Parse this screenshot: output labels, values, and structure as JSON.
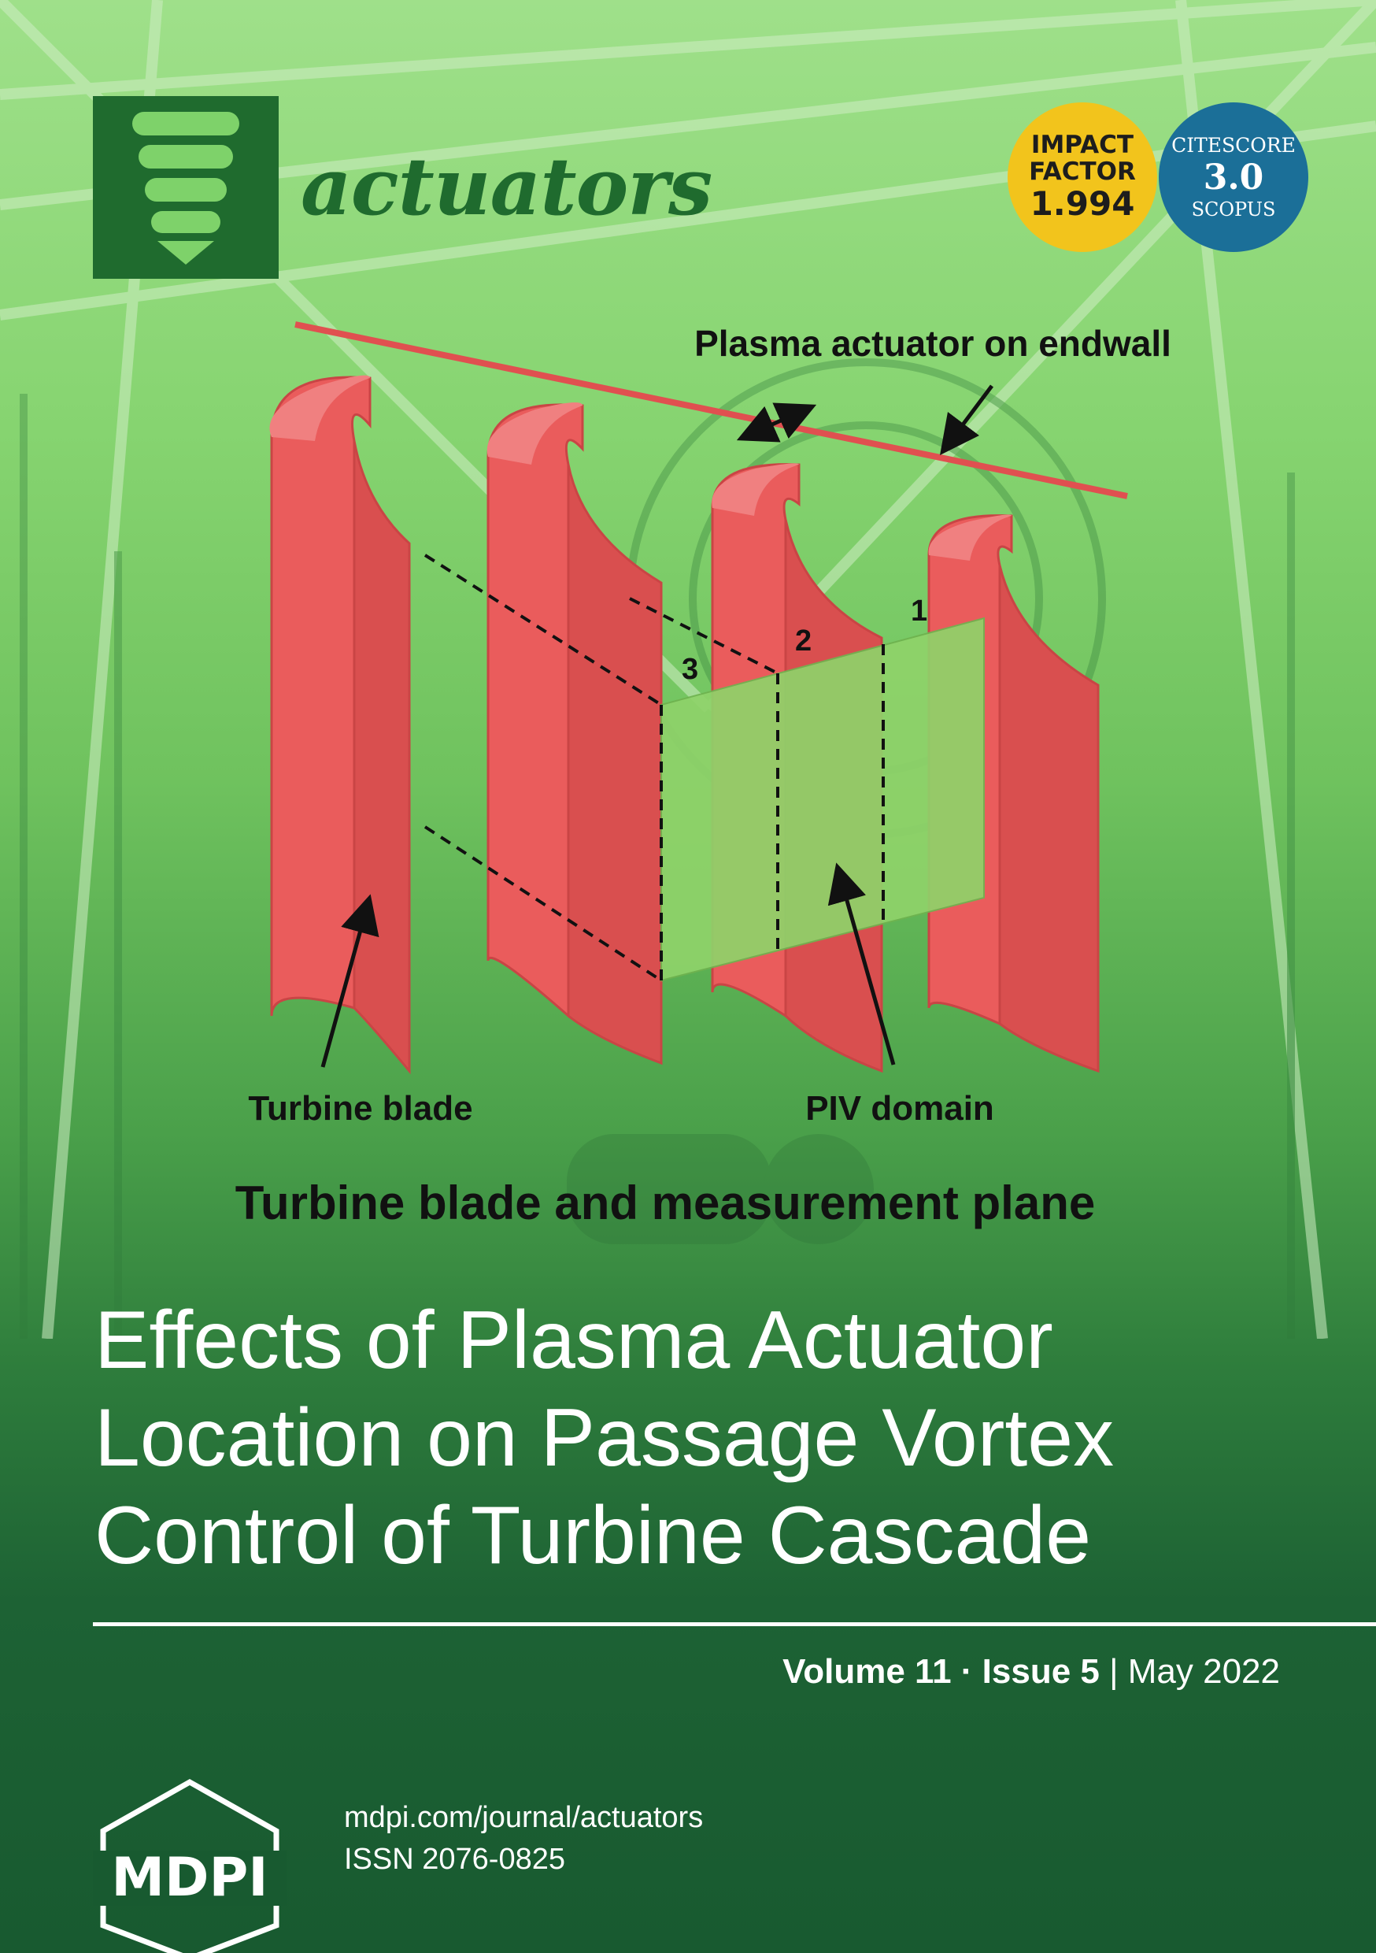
{
  "journal": {
    "name": "actuators",
    "publisher": "MDPI",
    "url": "mdpi.com/journal/actuators",
    "issn": "ISSN 2076-0825"
  },
  "badges": {
    "impact": {
      "line1": "IMPACT",
      "line2": "FACTOR",
      "value": "1.994"
    },
    "citescore": {
      "line1": "CITESCORE",
      "value": "3.0",
      "line2": "SCOPUS"
    }
  },
  "figure": {
    "top_label": "Plasma actuator on endwall",
    "blade_label": "Turbine blade",
    "piv_label": "PIV domain",
    "caption": "Turbine blade and measurement plane",
    "position_labels": [
      "1",
      "2",
      "3"
    ]
  },
  "article": {
    "title_lines": [
      "Effects of Plasma Actuator",
      "Location on Passage Vortex",
      "Control of Turbine Cascade"
    ]
  },
  "issue": {
    "volume": "Volume 11",
    "issue": "Issue 5",
    "date": "May 2022"
  },
  "colors": {
    "accent_green": "#1f6b2e",
    "blade_red": "#ea5c5c",
    "impact_yellow": "#f2c41c",
    "citescore_blue": "#1b6f98"
  }
}
